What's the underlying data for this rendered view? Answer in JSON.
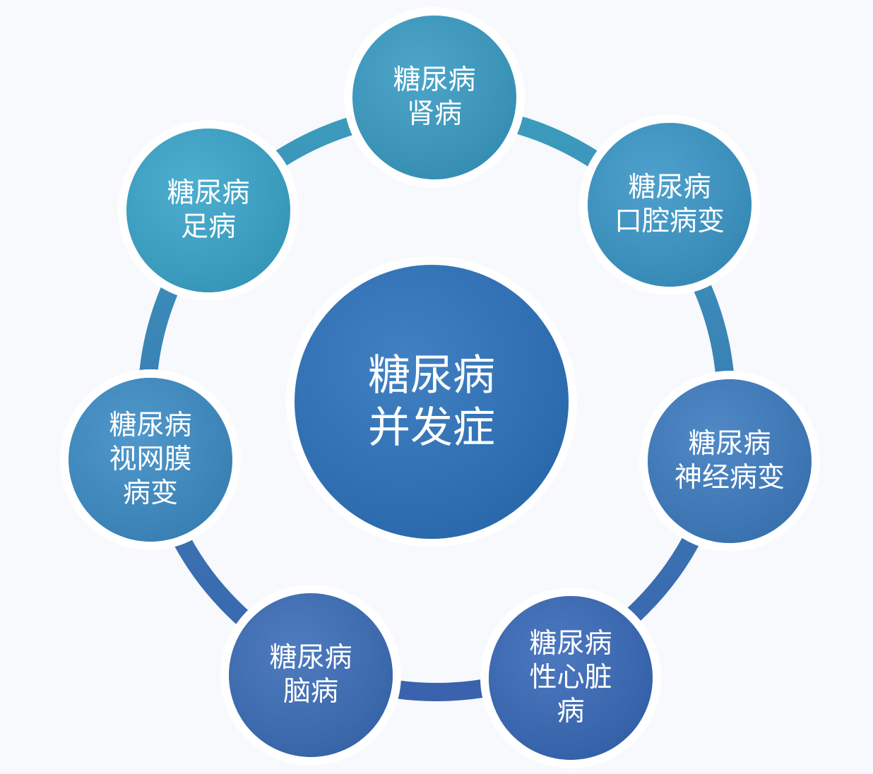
{
  "center": {
    "lines": [
      "糖尿病",
      "并发症"
    ],
    "color": "#2f6fb1"
  },
  "nodes": [
    {
      "lines": [
        "糖尿病",
        "肾病"
      ],
      "color": "#3b94b8"
    },
    {
      "lines": [
        "糖尿病",
        "口腔病变"
      ],
      "color": "#3d8fbb"
    },
    {
      "lines": [
        "糖尿病",
        "神经病变"
      ],
      "color": "#3f77b5"
    },
    {
      "lines": [
        "糖尿病",
        "性心脏",
        "病"
      ],
      "color": "#3a66ad"
    },
    {
      "lines": [
        "糖尿病",
        "脑病"
      ],
      "color": "#3d69ad"
    },
    {
      "lines": [
        "糖尿病",
        "视网膜",
        "病变"
      ],
      "color": "#3e86b9"
    },
    {
      "lines": [
        "糖尿病",
        "足病"
      ],
      "color": "#3b9cbd"
    }
  ],
  "ring": {
    "color_start": "#3b9cbd",
    "color_end": "#3a62ad"
  }
}
